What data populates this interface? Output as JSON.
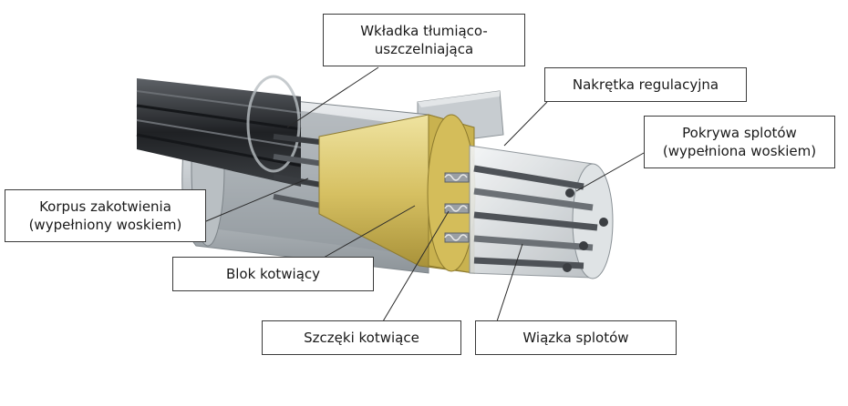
{
  "labels": {
    "insert": {
      "line1": "Wkładka tłumiąco-",
      "line2": "uszczelniająca"
    },
    "nut": "Nakrętka regulacyjna",
    "cap": {
      "line1": "Pokrywa splotów",
      "line2": "(wypełniona woskiem)"
    },
    "body": {
      "line1": "Korpus zakotwienia",
      "line2": "(wypełniony woskiem)"
    },
    "block": "Blok kotwiący",
    "wedges": "Szczęki kotwiące",
    "bundle": "Wiązka splotów"
  },
  "colors": {
    "steel_light": "#d9dde0",
    "steel_mid": "#a9b0b5",
    "steel_dark": "#6f777c",
    "brass": "#d8c46a",
    "brass_dark": "#a8923a",
    "strand_dark": "#2b2d30",
    "strand_light": "#8e9398",
    "leader": "#2a2a2a"
  }
}
